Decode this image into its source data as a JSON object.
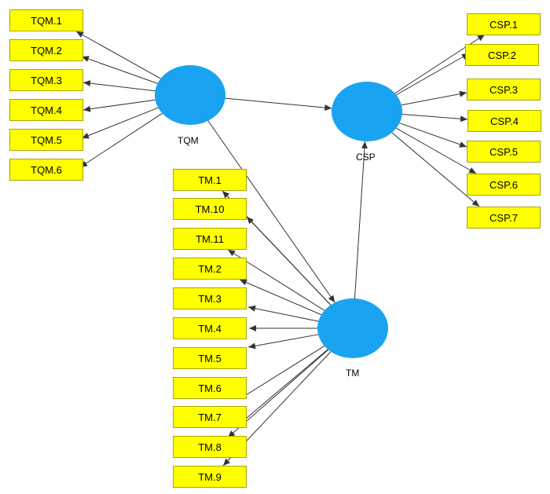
{
  "colors": {
    "indicator_fill": "#ffff00",
    "latent_fill": "#1aa3f0",
    "arrow": "#333333"
  },
  "latents": {
    "tqm": {
      "label": "TQM"
    },
    "csp": {
      "label": "CSP"
    },
    "tm": {
      "label": "TM"
    }
  },
  "tqm_indicators": [
    "TQM.1",
    "TQM.2",
    "TQM.3",
    "TQM.4",
    "TQM.5",
    "TQM.6"
  ],
  "csp_indicators": [
    "CSP.1",
    "CSP.2",
    "CSP.3",
    "CSP.4",
    "CSP.5",
    "CSP.6",
    "CSP.7"
  ],
  "tm_indicators": [
    "TM.1",
    "TM.10",
    "TM.11",
    "TM.2",
    "TM.3",
    "TM.4",
    "TM.5",
    "TM.6",
    "TM.7",
    "TM.8",
    "TM.9"
  ],
  "paths": [
    {
      "from": "TQM",
      "to": "CSP"
    },
    {
      "from": "TQM",
      "to": "TM"
    },
    {
      "from": "TM",
      "to": "CSP"
    }
  ]
}
